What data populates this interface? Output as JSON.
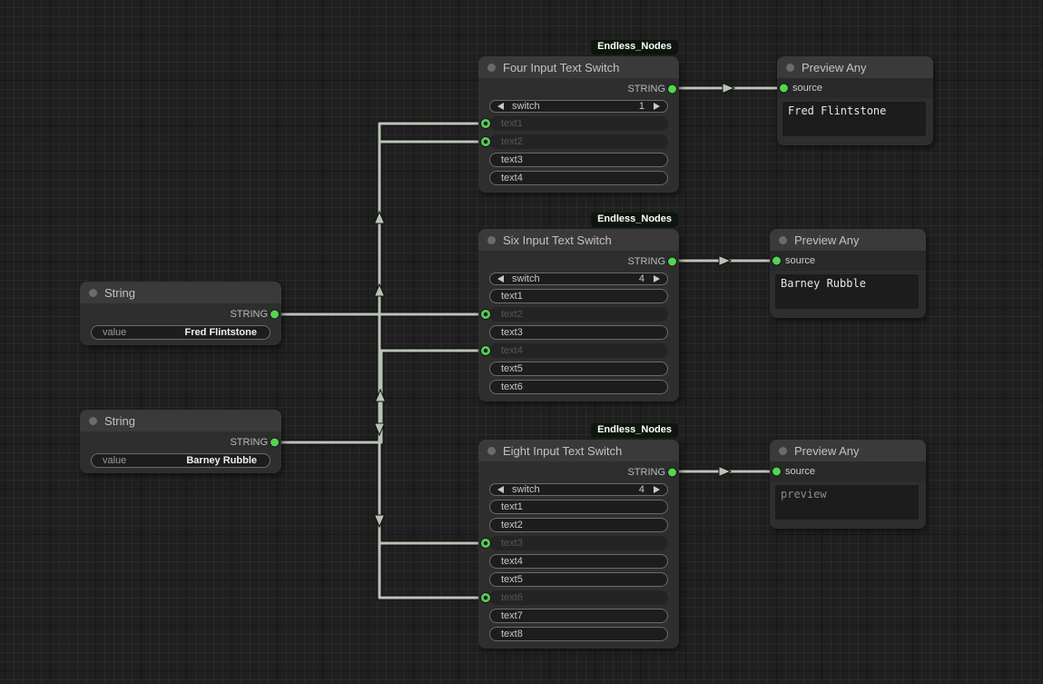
{
  "badge_label": "Endless_Nodes",
  "colors": {
    "canvas_bg": "#1f1f1f",
    "node_body": "#2e2e2e",
    "node_title": "#3a3a3a",
    "socket_green": "#54d354",
    "link": "#b9c4b6",
    "badge_bg": "#0d160d"
  },
  "nodes": {
    "string1": {
      "title": "String",
      "output": "STRING",
      "widget_label": "value",
      "widget_value": "Fred Flintstone"
    },
    "string2": {
      "title": "String",
      "output": "STRING",
      "widget_label": "value",
      "widget_value": "Barney Rubble"
    },
    "four": {
      "title": "Four Input Text Switch",
      "output": "STRING",
      "switch": {
        "label": "switch",
        "value": "1"
      },
      "rows": [
        {
          "label": "text1",
          "linked": true
        },
        {
          "label": "text2",
          "linked": true
        },
        {
          "label": "text3",
          "linked": false
        },
        {
          "label": "text4",
          "linked": false
        }
      ]
    },
    "six": {
      "title": "Six Input Text Switch",
      "output": "STRING",
      "switch": {
        "label": "switch",
        "value": "4"
      },
      "rows": [
        {
          "label": "text1",
          "linked": false
        },
        {
          "label": "text2",
          "linked": true
        },
        {
          "label": "text3",
          "linked": false
        },
        {
          "label": "text4",
          "linked": true
        },
        {
          "label": "text5",
          "linked": false
        },
        {
          "label": "text6",
          "linked": false
        }
      ]
    },
    "eight": {
      "title": "Eight Input Text Switch",
      "output": "STRING",
      "switch": {
        "label": "switch",
        "value": "4"
      },
      "rows": [
        {
          "label": "text1",
          "linked": false
        },
        {
          "label": "text2",
          "linked": false
        },
        {
          "label": "text3",
          "linked": true
        },
        {
          "label": "text4",
          "linked": false
        },
        {
          "label": "text5",
          "linked": false
        },
        {
          "label": "text6",
          "linked": true
        },
        {
          "label": "text7",
          "linked": false
        },
        {
          "label": "text8",
          "linked": false
        }
      ]
    },
    "preview1": {
      "title": "Preview Any",
      "input": "source",
      "text": "Fred Flintstone"
    },
    "preview2": {
      "title": "Preview Any",
      "input": "source",
      "text": "Barney Rubble"
    },
    "preview3": {
      "title": "Preview Any",
      "input": "source",
      "text": "preview"
    }
  },
  "links": [
    {
      "from": "String (Fred Flintstone) STRING",
      "to": "Four Input Text Switch text1"
    },
    {
      "from": "String (Barney Rubble) STRING",
      "to": "Four Input Text Switch text2"
    },
    {
      "from": "String (Fred Flintstone) STRING",
      "to": "Six Input Text Switch text2"
    },
    {
      "from": "String (Barney Rubble) STRING",
      "to": "Six Input Text Switch text4"
    },
    {
      "from": "String (Fred Flintstone) STRING",
      "to": "Eight Input Text Switch text3"
    },
    {
      "from": "String (Barney Rubble) STRING",
      "to": "Eight Input Text Switch text6"
    },
    {
      "from": "Four Input Text Switch STRING",
      "to": "Preview Any (top) source"
    },
    {
      "from": "Six Input Text Switch STRING",
      "to": "Preview Any (middle) source"
    },
    {
      "from": "Eight Input Text Switch STRING",
      "to": "Preview Any (bottom) source"
    }
  ]
}
